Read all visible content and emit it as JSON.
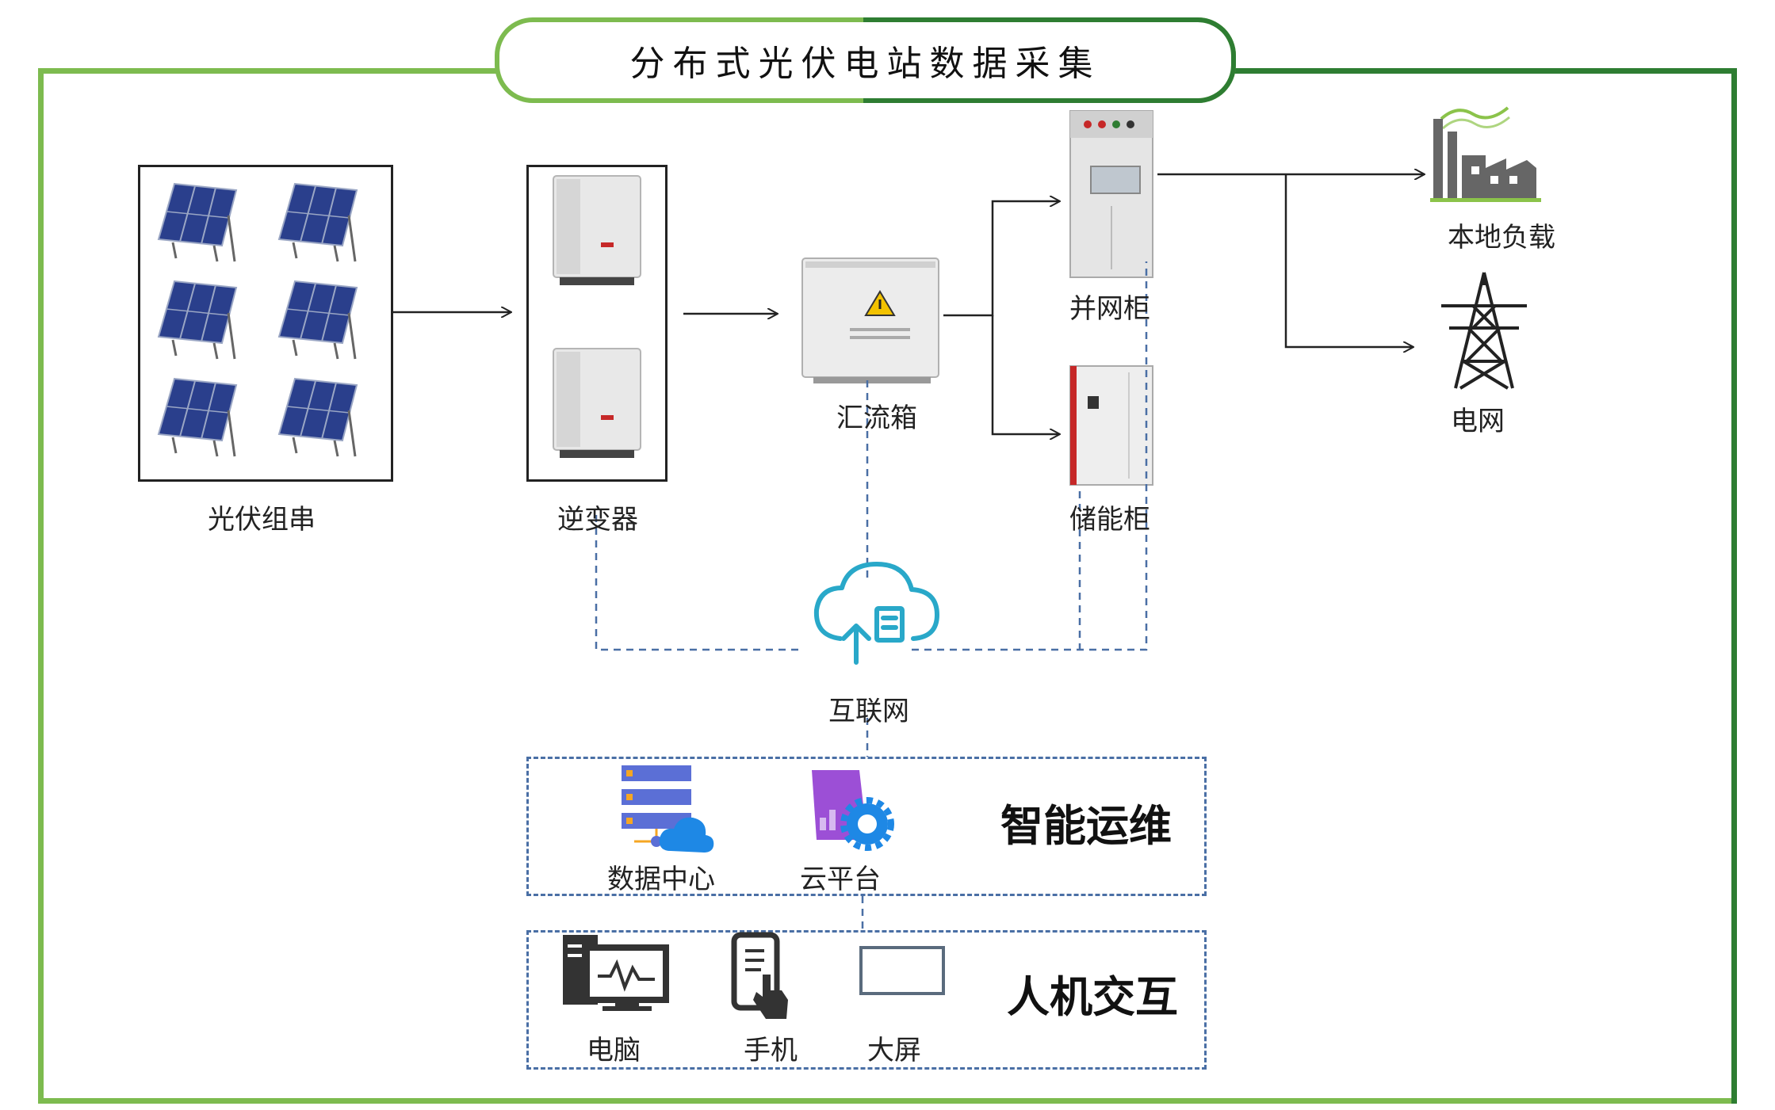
{
  "title": "分布式光伏电站数据采集",
  "nodes": {
    "pv_string": "光伏组串",
    "inverter": "逆变器",
    "combiner_box": "汇流箱",
    "grid_cabinet": "并网柜",
    "storage_cabinet": "储能柜",
    "local_load": "本地负载",
    "power_grid": "电网",
    "internet": "互联网"
  },
  "groups": {
    "smart_ops": {
      "title": "智能运维",
      "items": [
        "数据中心",
        "云平台"
      ]
    },
    "hmi": {
      "title": "人机交互",
      "items": [
        "电脑",
        "手机",
        "大屏"
      ]
    }
  },
  "colors": {
    "frame_light": "#7dbb4f",
    "frame_dark": "#2e7d32",
    "dashed_link": "#4a6fa5",
    "solar_panel": "#2a3f8c",
    "cloud_teal": "#29a8c9"
  }
}
